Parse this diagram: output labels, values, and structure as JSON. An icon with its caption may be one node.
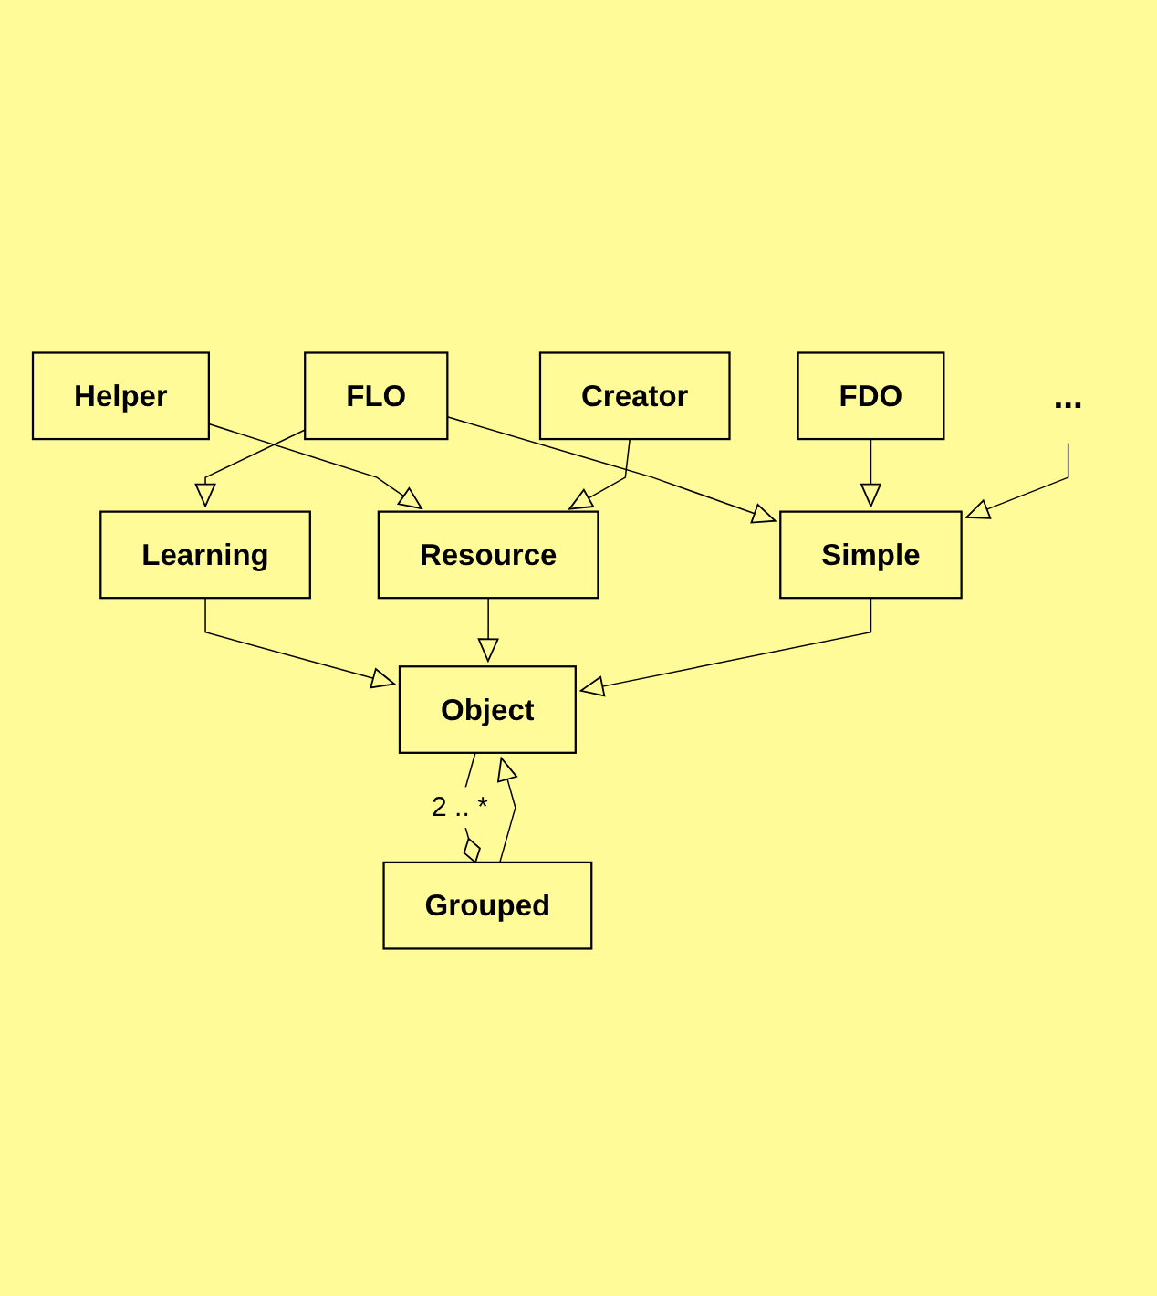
{
  "diagram": {
    "nodes": [
      {
        "text": [
          "Helper"
        ]
      },
      {
        "text": [
          "Creator"
        ]
      },
      {
        "text": [
          "Learning"
        ]
      },
      {
        "text": [
          "Resource"
        ]
      },
      {
        "text": [
          "FLO"
        ]
      },
      {
        "text": [
          "Object"
        ]
      },
      {
        "text": [
          "Simple"
        ]
      },
      {
        "text": [
          "Grouped"
        ]
      },
      {
        "text": [
          "FDO"
        ]
      },
      {
        "text": [
          "..."
        ]
      }
    ],
    "edges": [
      {
        "from": 0,
        "to": 3,
        "arrow": "to"
      },
      {
        "from": 1,
        "to": 3,
        "arrow": "to"
      },
      {
        "from": 2,
        "to": 5,
        "arrow": "to"
      },
      {
        "from": 3,
        "to": 5,
        "arrow": "to"
      },
      {
        "from": 4,
        "to": 2,
        "arrow": "to"
      },
      {
        "from": 4,
        "to": 6,
        "arrow": "to"
      },
      {
        "from": 6,
        "to": 5,
        "arrow": "to"
      },
      {
        "from": 7,
        "to": 5,
        "arrow": "to"
      },
      {
        "from": 5,
        "to": 7,
        "arrow": "other",
        "label": "2 .. *"
      },
      {
        "from": 8,
        "to": 6,
        "arrow": "to"
      },
      {
        "from": 9,
        "to": 6,
        "arrow": "to"
      }
    ]
  }
}
